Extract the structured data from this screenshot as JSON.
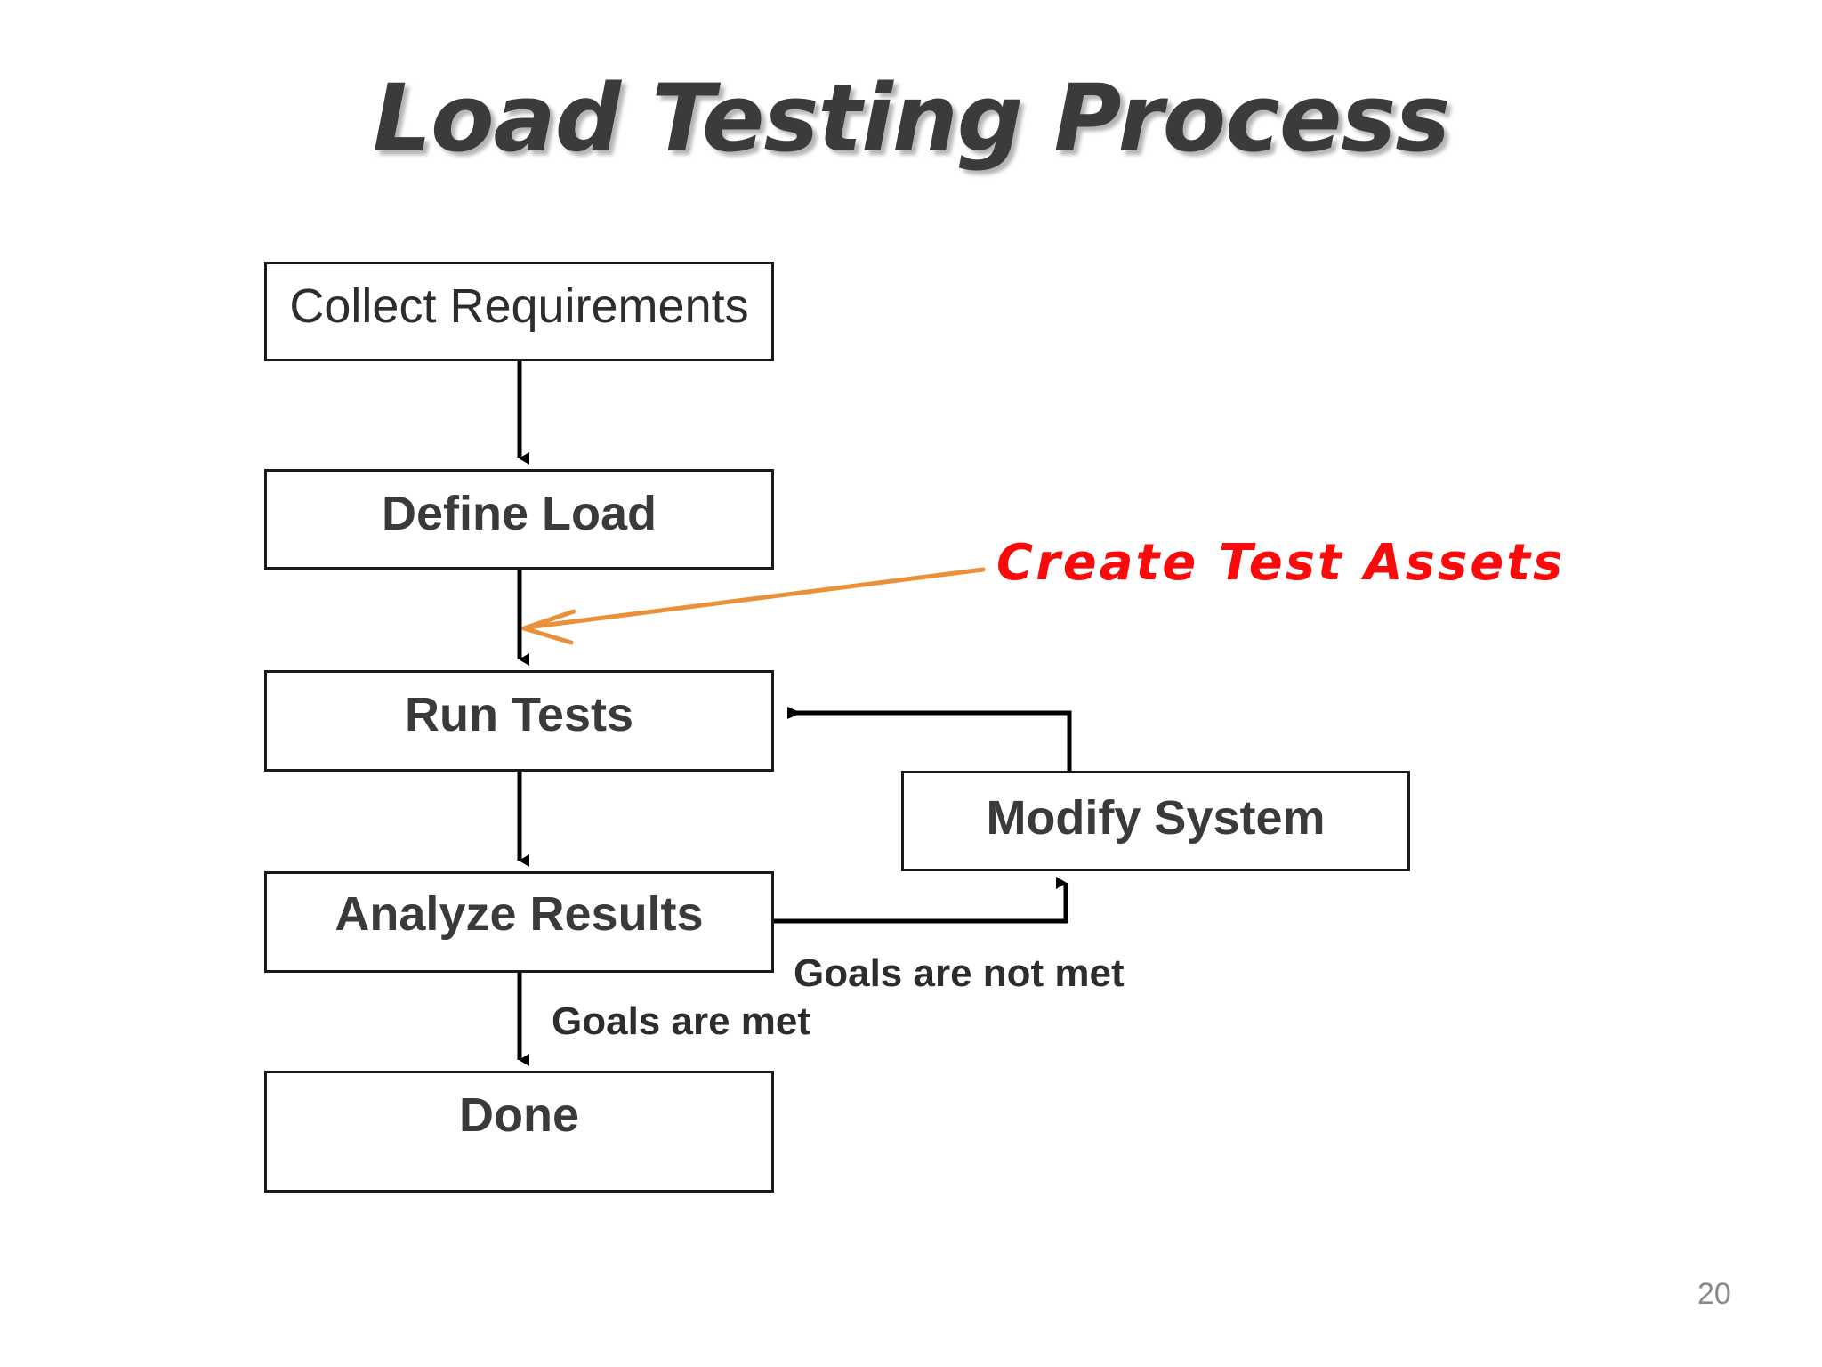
{
  "slide": {
    "title": "Load Testing Process",
    "page_number": "20",
    "background_color": "#ffffff"
  },
  "colors": {
    "title_text": "#3b3b3b",
    "box_border": "#1a1a1a",
    "box_fill": "#ffffff",
    "box_text": "#3a3a3a",
    "connector": "#000000",
    "annotation_red": "#fa0a0a",
    "annotation_arrow_orange": "#e8903a",
    "page_number": "#898989"
  },
  "flowchart": {
    "type": "flowchart",
    "nodes": [
      {
        "id": "collect",
        "label": "Collect Requirements",
        "weight": "regular"
      },
      {
        "id": "define",
        "label": "Define Load",
        "weight": "bold"
      },
      {
        "id": "run",
        "label": "Run Tests",
        "weight": "bold"
      },
      {
        "id": "modify",
        "label": "Modify System",
        "weight": "bold"
      },
      {
        "id": "analyze",
        "label": "Analyze Results",
        "weight": "bold"
      },
      {
        "id": "done",
        "label": "Done",
        "weight": "bold"
      }
    ],
    "edges": [
      {
        "from": "collect",
        "to": "define",
        "label": ""
      },
      {
        "from": "define",
        "to": "run",
        "label": ""
      },
      {
        "from": "analyze",
        "to": "modify",
        "label": "Goals are not met"
      },
      {
        "from": "modify",
        "to": "run",
        "label": ""
      },
      {
        "from": "run",
        "to": "analyze",
        "label": ""
      },
      {
        "from": "analyze",
        "to": "done",
        "label": "Goals are met"
      }
    ],
    "edge_labels": {
      "goals_not_met": "Goals are not met",
      "goals_met": "Goals are met"
    }
  },
  "annotation": {
    "text": "Create Test Assets",
    "points_to": "define-load-to-run-tests-connector",
    "arrow": "annotation-arrow-icon"
  }
}
